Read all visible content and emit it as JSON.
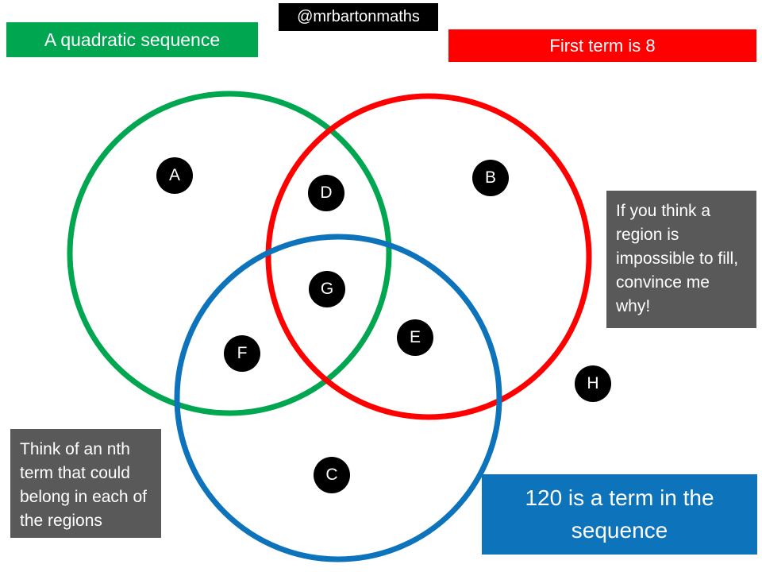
{
  "colors": {
    "green": "#00A650",
    "red": "#FF0000",
    "blue": "#0D73BA",
    "gray": "#595959",
    "black": "#000000"
  },
  "header": {
    "topic_label": "A quadratic sequence",
    "handle": "@mrbartonmaths",
    "condition_label": "First term is 8"
  },
  "notes": {
    "impossible_hint": "If you think a region is impossible to fill, convince me why!",
    "nth_term_hint": "Think of an nth term that could belong in each of the regions",
    "sequence_fact": "120 is a term in the sequence"
  },
  "venn": {
    "labels": [
      "A",
      "B",
      "C",
      "D",
      "E",
      "F",
      "G",
      "H"
    ]
  }
}
